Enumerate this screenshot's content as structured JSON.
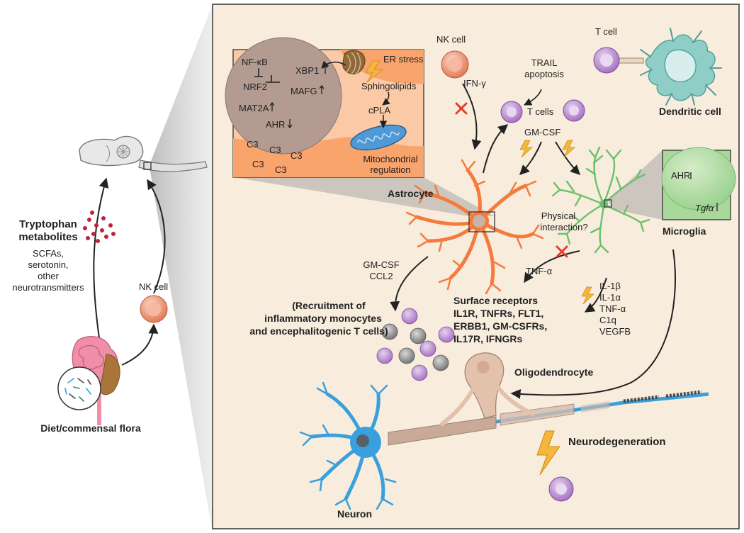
{
  "left_panel": {
    "nk_cell": "NK cell",
    "tryptophan_line1": "Tryptophan",
    "tryptophan_line2": "metabolites",
    "other_line1": "SCFAs,",
    "other_line2": "serotonin,",
    "other_line3": "other",
    "other_line4": "neurotransmitters",
    "diet": "Diet/commensal flora"
  },
  "inset_astrocyte": {
    "nfkb": "NF-κB",
    "nrf2": "NRF2",
    "mat2a": "MAT2A",
    "xbp1": "XBP1",
    "mafg": "MAFG",
    "ahr": "AHR",
    "c3": "C3",
    "er_stress": "ER stress",
    "sphingolipids": "Sphingolipids",
    "cpla": "cPLA",
    "mito_line1": "Mitochondrial",
    "mito_line2": "regulation"
  },
  "cells": {
    "astrocyte": "Astrocyte",
    "microglia": "Microglia",
    "dendritic": "Dendritic cell",
    "t_cell": "T cell",
    "t_cells": "T cells",
    "nk_cell": "NK cell",
    "oligodendrocyte": "Oligodendrocyte",
    "neuron": "Neuron"
  },
  "signals": {
    "ifn_gamma": "IFN-γ",
    "trail_line1": "TRAIL",
    "trail_line2": "apoptosis",
    "gm_csf": "GM-CSF",
    "physical_line1": "Physical",
    "physical_line2": "interaction?",
    "gmcsf_ccl2_line1": "GM-CSF",
    "gmcsf_ccl2_line2": "CCL2",
    "tnf_alpha": "TNF-α",
    "neurodegeneration": "Neurodegeneration"
  },
  "recruitment": {
    "line1": "(Recruitment of",
    "line2": "inflammatory monocytes",
    "line3": "and encephalitogenic T cells)"
  },
  "receptors": {
    "line1": "Surface receptors",
    "line2": "IL1R, TNFRs, FLT1,",
    "line3": "ERBB1, GM-CSFRs,",
    "line4": "IL17R, IFNGRs"
  },
  "cytokines": [
    "IL-1β",
    "IL-1α",
    "TNF-α",
    "C1q",
    "VEGFB"
  ],
  "inset_microglia": {
    "ahr": "AHR",
    "tgfa": "Tgfα"
  },
  "colors": {
    "panel_bg": "#f8ecdd",
    "astrocyte": "#f47b3c",
    "microglia": "#6cc06a",
    "dendritic": "#7ec3c0",
    "t_cell": "#b07cc6",
    "nk_cell": "#e88a70",
    "neuron": "#3aa0dd",
    "oligodendrocyte": "#e3c2ab",
    "bolt": "#f4b73b",
    "inhibit": "#e83c2a"
  }
}
